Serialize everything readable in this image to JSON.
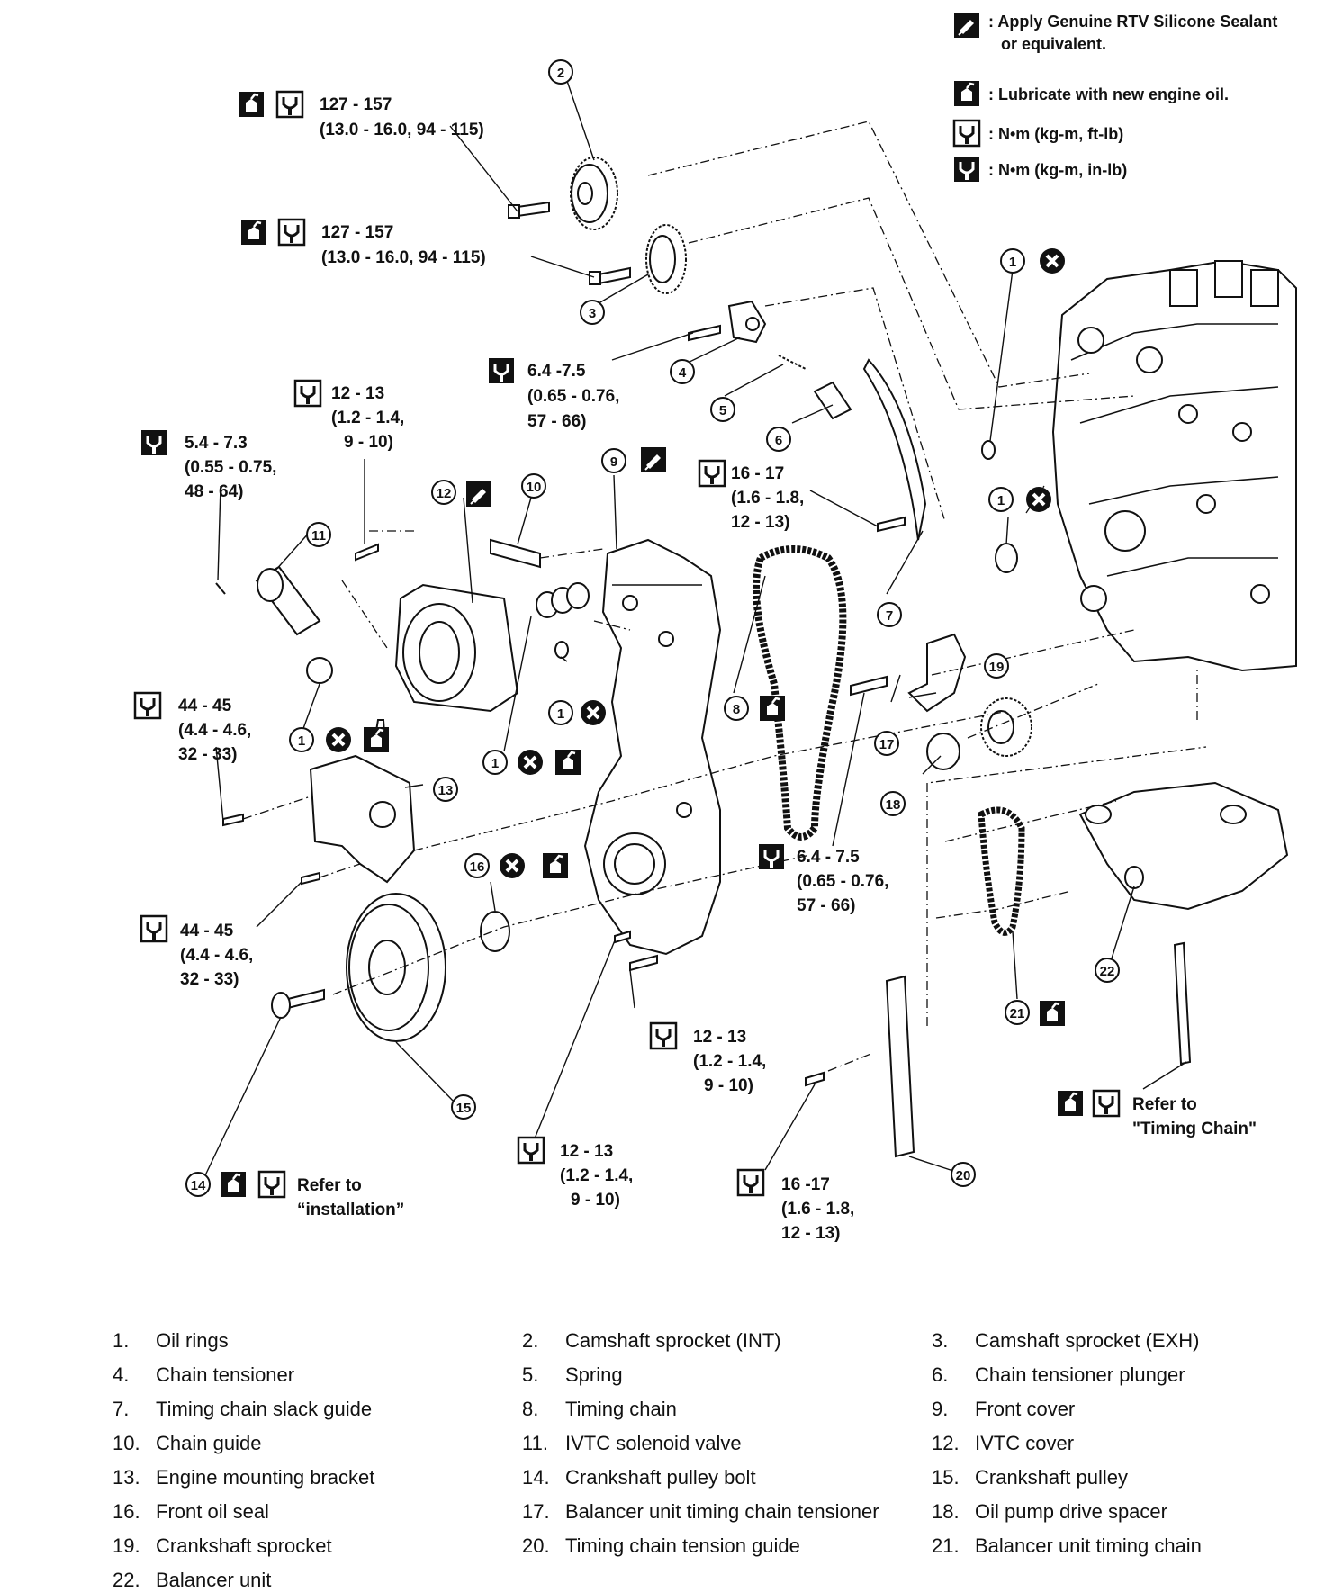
{
  "legend": {
    "rtv": [
      ": Apply Genuine RTV Silicone Sealant",
      "or equivalent."
    ],
    "lube": ": Lubricate with new engine oil.",
    "torque_ftlb": ": N•m (kg-m, ft-lb)",
    "torque_inlb": ": N•m (kg-m, in-lb)"
  },
  "icons": {
    "rtv": "sealant-icon",
    "lube": "oil-can-icon",
    "torque_ftlb": "torque-wrench-icon",
    "torque_inlb": "torque-wrench-inlb-icon",
    "replace": "do-not-reuse-icon"
  },
  "torque_specs": {
    "cam_int_bolt": [
      "127 - 157",
      "(13.0 - 16.0, 94 - 115)"
    ],
    "cam_exh_bolt": [
      "127 - 157",
      "(13.0 - 16.0, 94 - 115)"
    ],
    "tensioner_bolt": [
      "6.4 -7.5",
      "(0.65 - 0.76,",
      "57 - 66)"
    ],
    "ivtc_cover_bolt": [
      "12 - 13",
      "(1.2 - 1.4,",
      "9 - 10)"
    ],
    "solenoid_bolt": [
      "5.4 - 7.3",
      "(0.55 - 0.75,",
      "48 - 64)"
    ],
    "slack_guide_bolt": [
      "16 - 17",
      "(1.6 - 1.8,",
      "12 - 13)"
    ],
    "bracket_bolt_upper": [
      "44 - 45",
      "(4.4 - 4.6,",
      "32 - 33)"
    ],
    "bracket_bolt_lower": [
      "44 - 45",
      "(4.4 - 4.6,",
      "32 - 33)"
    ],
    "balancer_tensioner_bolt": [
      "6.4 - 7.5",
      "(0.65 - 0.76,",
      "57 - 66)"
    ],
    "front_cover_bolt_a": [
      "12 - 13",
      "(1.2 - 1.4,",
      "9 - 10)"
    ],
    "front_cover_bolt_b": [
      "12 - 13",
      "(1.2 - 1.4,",
      "9 - 10)"
    ],
    "tension_guide_bolt": [
      "16 -17",
      "(1.6 - 1.8,",
      "12 - 13)"
    ]
  },
  "refer_to": {
    "installation": [
      "Refer to",
      "“installation”"
    ],
    "timing_chain": [
      "Refer to",
      "\"Timing Chain\""
    ]
  },
  "callouts": [
    "1",
    "1",
    "1",
    "1",
    "1",
    "2",
    "3",
    "4",
    "5",
    "6",
    "7",
    "8",
    "9",
    "10",
    "11",
    "12",
    "13",
    "14",
    "15",
    "16",
    "17",
    "18",
    "19",
    "20",
    "21",
    "22"
  ],
  "parts_list": [
    {
      "num": "1.",
      "name": "Oil rings"
    },
    {
      "num": "2.",
      "name": "Camshaft sprocket (INT)"
    },
    {
      "num": "3.",
      "name": "Camshaft sprocket (EXH)"
    },
    {
      "num": "4.",
      "name": "Chain tensioner"
    },
    {
      "num": "5.",
      "name": "Spring"
    },
    {
      "num": "6.",
      "name": "Chain tensioner plunger"
    },
    {
      "num": "7.",
      "name": "Timing chain slack guide"
    },
    {
      "num": "8.",
      "name": "Timing chain"
    },
    {
      "num": "9.",
      "name": "Front cover"
    },
    {
      "num": "10.",
      "name": "Chain guide"
    },
    {
      "num": "11.",
      "name": "IVTC solenoid valve"
    },
    {
      "num": "12.",
      "name": "IVTC cover"
    },
    {
      "num": "13.",
      "name": "Engine mounting bracket"
    },
    {
      "num": "14.",
      "name": "Crankshaft pulley bolt"
    },
    {
      "num": "15.",
      "name": "Crankshaft pulley"
    },
    {
      "num": "16.",
      "name": "Front oil seal"
    },
    {
      "num": "17.",
      "name": "Balancer unit timing chain tensioner"
    },
    {
      "num": "18.",
      "name": "Oil pump drive spacer"
    },
    {
      "num": "19.",
      "name": "Crankshaft sprocket"
    },
    {
      "num": "20.",
      "name": "Timing chain tension guide"
    },
    {
      "num": "21.",
      "name": "Balancer unit timing chain"
    },
    {
      "num": "22.",
      "name": "Balancer unit"
    }
  ]
}
